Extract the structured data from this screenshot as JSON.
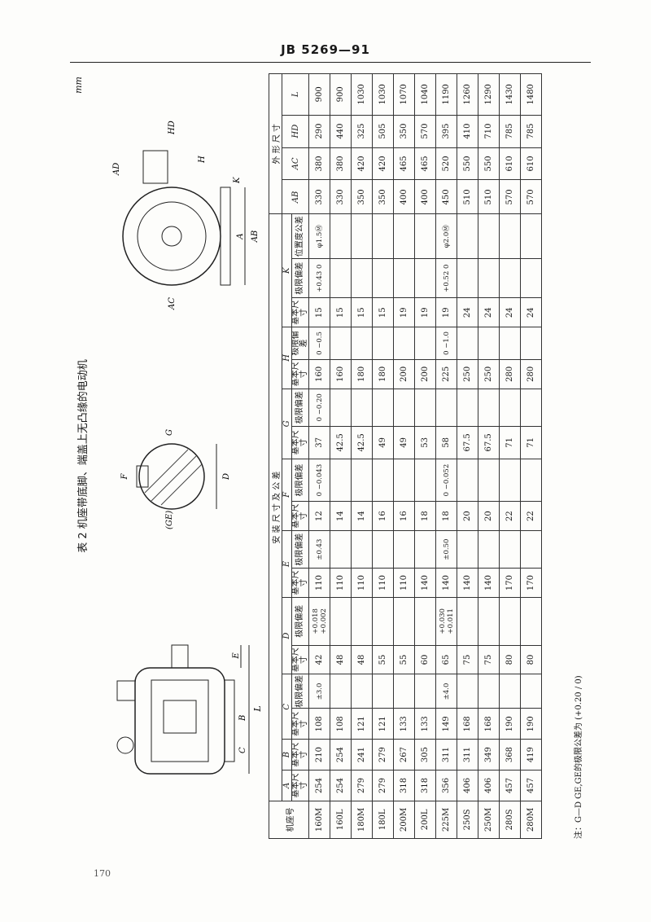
{
  "header": "JB 5269—91",
  "page_number": "170",
  "table": {
    "caption": "表 2 机座带底脚、端盖上无凸缘的电动机",
    "unit": "mm",
    "group_install": "安 装 尺 寸 及 公 差",
    "group_outline": "外 形 尺 寸",
    "col_frame": "机座号",
    "basic": "基本尺寸",
    "tol": "极限偏差",
    "pos_tol": "位置度公差",
    "letters": {
      "A": "A",
      "B": "B",
      "C": "C",
      "D": "D",
      "E": "E",
      "F": "F",
      "G": "G",
      "H": "H",
      "K": "K",
      "AB": "AB",
      "AC": "AC",
      "HD": "HD",
      "L": "L"
    },
    "tolerances": {
      "C": "±3.0",
      "C2": "±4.0",
      "D": "+0.018 +0.002",
      "D2": "+0.030 +0.011",
      "E": "±0.43",
      "E2": "±0.50",
      "F": "0 −0.043",
      "F2": "0 −0.052",
      "G": "0 −0.20",
      "H": "0 −0.5",
      "H2": "0 −1.0",
      "K": "+0.43 0",
      "K2": "+0.52 0",
      "pos1": "φ1.5Ⓜ",
      "pos2": "φ2.0Ⓜ"
    },
    "rows": [
      {
        "frame": "160M",
        "A": "254",
        "B": "210",
        "C": "108",
        "D": "42",
        "E": "110",
        "F": "12",
        "G": "37",
        "H": "160",
        "K": "15",
        "AB": "330",
        "AC": "380",
        "HD": "290",
        "L": "900"
      },
      {
        "frame": "160L",
        "A": "254",
        "B": "254",
        "C": "108",
        "D": "48",
        "E": "110",
        "F": "14",
        "G": "42.5",
        "H": "160",
        "K": "15",
        "AB": "330",
        "AC": "380",
        "HD": "440",
        "L": "900"
      },
      {
        "frame": "180M",
        "A": "279",
        "B": "241",
        "C": "121",
        "D": "48",
        "E": "110",
        "F": "14",
        "G": "42.5",
        "H": "180",
        "K": "15",
        "AB": "350",
        "AC": "420",
        "HD": "325",
        "L": "1030"
      },
      {
        "frame": "180L",
        "A": "279",
        "B": "279",
        "C": "121",
        "D": "55",
        "E": "110",
        "F": "16",
        "G": "49",
        "H": "180",
        "K": "15",
        "AB": "350",
        "AC": "420",
        "HD": "505",
        "L": "1030"
      },
      {
        "frame": "200M",
        "A": "318",
        "B": "267",
        "C": "133",
        "D": "55",
        "E": "110",
        "F": "16",
        "G": "49",
        "H": "200",
        "K": "19",
        "AB": "400",
        "AC": "465",
        "HD": "350",
        "L": "1070"
      },
      {
        "frame": "200L",
        "A": "318",
        "B": "305",
        "C": "133",
        "D": "60",
        "E": "140",
        "F": "18",
        "G": "53",
        "H": "200",
        "K": "19",
        "AB": "400",
        "AC": "465",
        "HD": "570",
        "L": "1040"
      },
      {
        "frame": "225M",
        "A": "356",
        "B": "311",
        "C": "149",
        "D": "65",
        "E": "140",
        "F": "18",
        "G": "58",
        "H": "225",
        "K": "19",
        "AB": "450",
        "AC": "520",
        "HD": "395",
        "L": "1190"
      },
      {
        "frame": "250S",
        "A": "406",
        "B": "311",
        "C": "168",
        "D": "75",
        "E": "140",
        "F": "20",
        "G": "67.5",
        "H": "250",
        "K": "24",
        "AB": "510",
        "AC": "550",
        "HD": "410",
        "L": "1260"
      },
      {
        "frame": "250M",
        "A": "406",
        "B": "349",
        "C": "168",
        "D": "75",
        "E": "140",
        "F": "20",
        "G": "67.5",
        "H": "250",
        "K": "24",
        "AB": "510",
        "AC": "550",
        "HD": "710",
        "L": "1290"
      },
      {
        "frame": "280S",
        "A": "457",
        "B": "368",
        "C": "190",
        "D": "80",
        "E": "170",
        "F": "22",
        "G": "71",
        "H": "280",
        "K": "24",
        "AB": "570",
        "AC": "610",
        "HD": "785",
        "L": "1430"
      },
      {
        "frame": "280M",
        "A": "457",
        "B": "419",
        "C": "190",
        "D": "80",
        "E": "170",
        "F": "22",
        "G": "71",
        "H": "280",
        "K": "24",
        "AB": "570",
        "AC": "610",
        "HD": "785",
        "L": "1480"
      }
    ],
    "note": "注：G—D GE,GE的极限公差为 (+0.20 / 0)"
  },
  "drawings": {
    "labels": [
      "L",
      "E",
      "C",
      "B",
      "(GE)",
      "F",
      "G",
      "D",
      "AC",
      "AD",
      "A",
      "AB",
      "HD",
      "H",
      "K"
    ]
  }
}
